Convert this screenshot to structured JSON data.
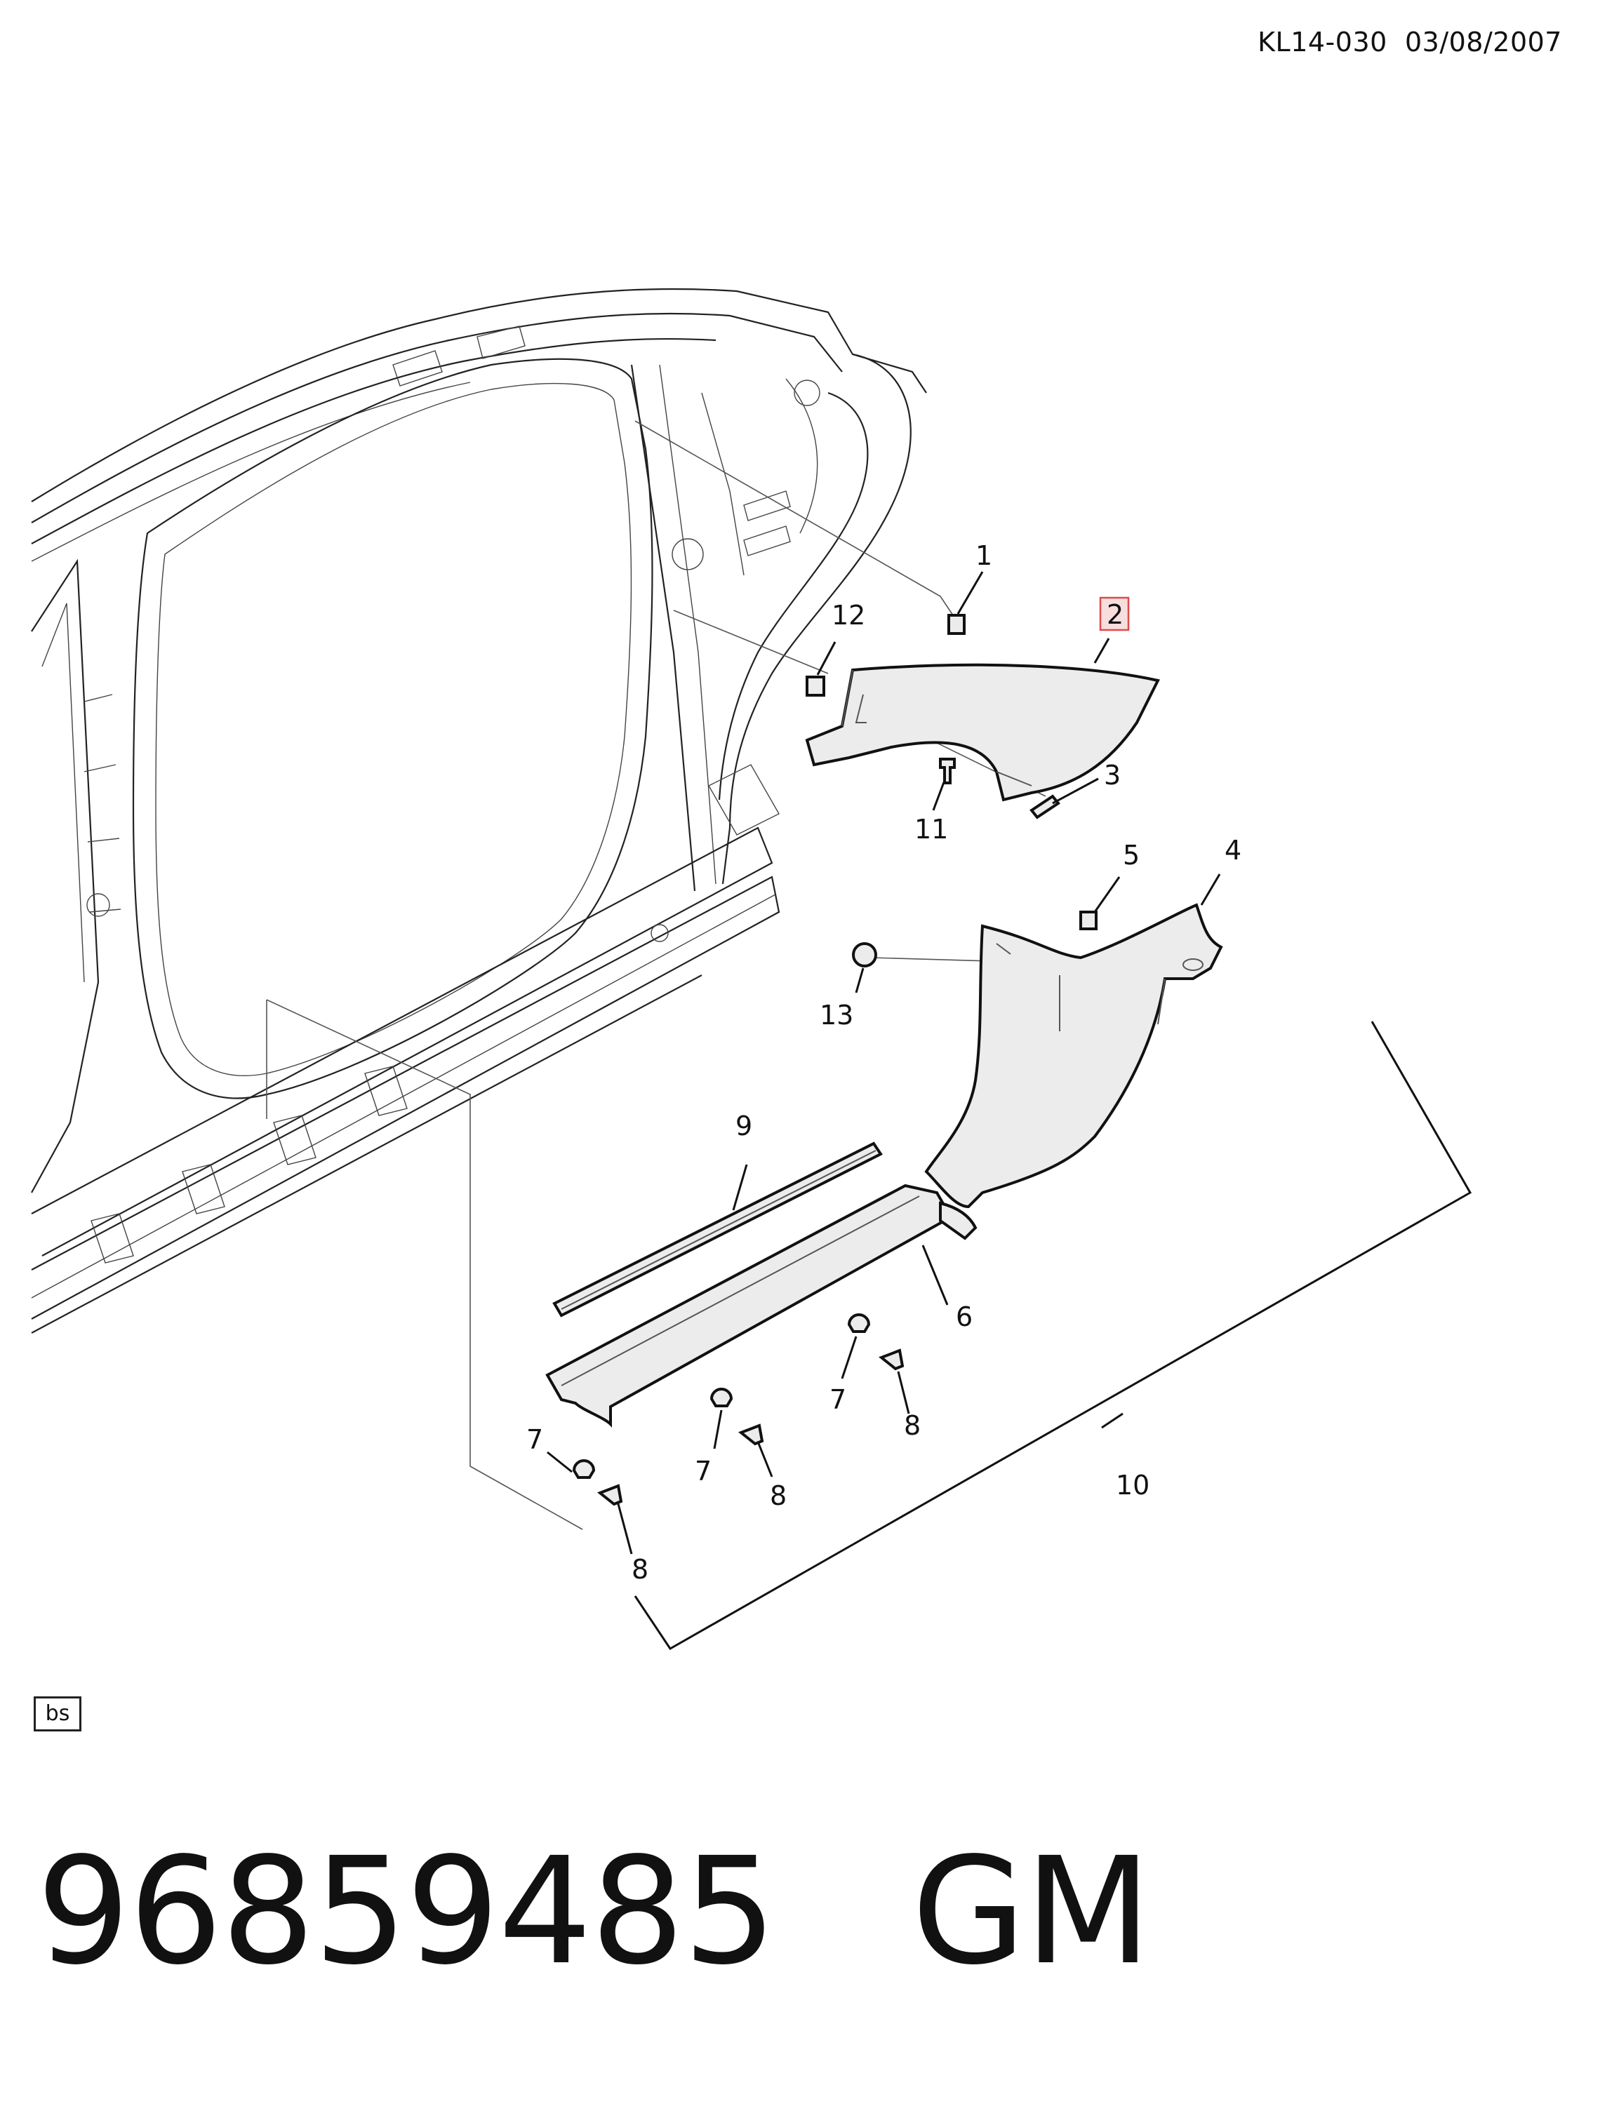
{
  "header": {
    "code": "KL14-030",
    "date": "03/08/2007"
  },
  "callouts": {
    "c1": "1",
    "c2": "2",
    "c3": "3",
    "c4": "4",
    "c5": "5",
    "c6": "6",
    "c7a": "7",
    "c7b": "7",
    "c7c": "7",
    "c8a": "8",
    "c8b": "8",
    "c8c": "8",
    "c9": "9",
    "c10": "10",
    "c11": "11",
    "c12": "12",
    "c13": "13"
  },
  "highlight_color": "#e04a4a",
  "highlight_fill": "#f7dede",
  "bs_label": "bs",
  "footer": {
    "part_number": "96859485",
    "brand": "GM"
  }
}
